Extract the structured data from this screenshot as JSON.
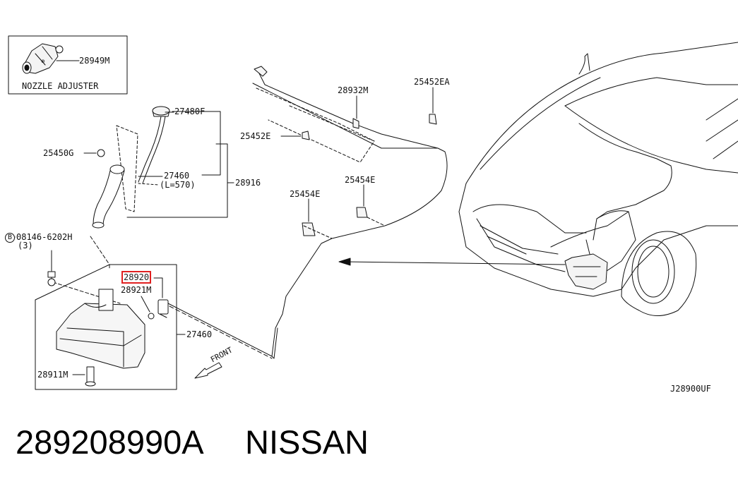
{
  "colors": {
    "line": "#111111",
    "highlight": "#e02020",
    "background": "#ffffff"
  },
  "icons": [
    "nozzle-adjuster-icon",
    "bolt-icon",
    "washer-tank-icon",
    "washer-pump-icon",
    "front-arrow-icon",
    "car-front-icon"
  ],
  "labels": {
    "nozzle_adjuster_title": "NOZZLE ADJUSTER",
    "p28949M": "28949M",
    "p27480F": "27480F",
    "p25450G": "25450G",
    "p27460_a": "27460",
    "p27460_len": "(L=570)",
    "p28916": "28916",
    "bolt_code": "08146-6202H",
    "bolt_qty": "(3)",
    "bolt_symbol": "B",
    "p28920": "28920",
    "p28921M": "28921M",
    "p27460_b": "27460",
    "p28911M": "28911M",
    "p28932M": "28932M",
    "p25452EA": "25452EA",
    "p25452E": "25452E",
    "p25454E_a": "25454E",
    "p25454E_b": "25454E",
    "front": "FRONT",
    "diagram_code": "J28900UF"
  },
  "caption": {
    "part_number": "289208990A",
    "brand": "NISSAN"
  }
}
